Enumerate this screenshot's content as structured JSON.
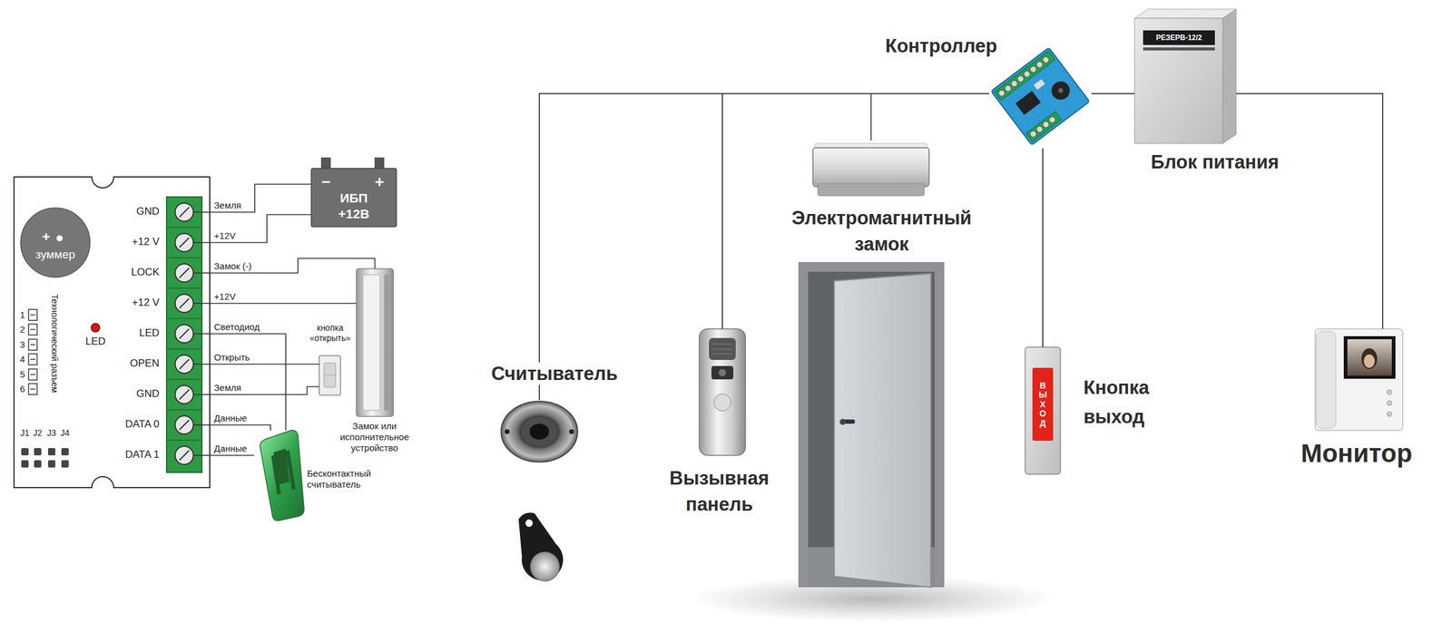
{
  "diagram": {
    "nodes": [
      {
        "text": [
          "GND",
          "+12 V",
          "LOCK",
          "+12 V",
          "LED",
          "OPEN",
          "GND",
          "DATA 0",
          "DATA 1",
          "LED",
          "Технологический разъем",
          "1",
          "2",
          "3",
          "4",
          "5",
          "6",
          "J1",
          "J2",
          "J3",
          "J4"
        ]
      },
      {
        "text": [
          "+",
          "зуммер"
        ],
        "in": 0
      },
      {
        "text": [
          "−",
          "+",
          "ИБП +12В"
        ]
      },
      {
        "text": [
          "кнопка «открыть»"
        ]
      },
      {
        "text": [
          "Замок или исполнительное устройство"
        ]
      },
      {
        "text": [
          "Бесконтактный считыватель"
        ]
      },
      {
        "text": [
          "Контроллер"
        ]
      },
      {
        "text": [
          "Блок питания",
          "РЕЗЕРВ-12/2"
        ]
      },
      {
        "text": [
          "Электромагнитный замок"
        ]
      },
      {
        "text": [
          "Считыватель"
        ]
      },
      {
        "text": [
          "Вызывная панель"
        ]
      },
      {
        "text": [
          "Кнопка выход",
          "ВЫХОД"
        ]
      },
      {
        "text": [
          "Монитор"
        ]
      }
    ],
    "edges": [
      {
        "from": 0,
        "to": 2,
        "label": "Земля",
        "arrow": "none"
      },
      {
        "from": 0,
        "to": 2,
        "label": "+12V",
        "arrow": "none"
      },
      {
        "from": 0,
        "to": 4,
        "label": "Замок (-)",
        "arrow": "none"
      },
      {
        "from": 0,
        "to": 4,
        "label": "+12V",
        "arrow": "none"
      },
      {
        "from": 0,
        "to": 5,
        "label": "Светодиод",
        "arrow": "none"
      },
      {
        "from": 0,
        "to": 3,
        "label": "Открыть",
        "arrow": "none"
      },
      {
        "from": 0,
        "to": 3,
        "label": "Земля",
        "arrow": "none"
      },
      {
        "from": 0,
        "to": 5,
        "label": "Данные",
        "arrow": "none"
      },
      {
        "from": 0,
        "to": 5,
        "label": "Данные",
        "arrow": "none"
      },
      {
        "from": 6,
        "to": 9,
        "arrow": "none"
      },
      {
        "from": 6,
        "to": 10,
        "arrow": "none"
      },
      {
        "from": 6,
        "to": 8,
        "arrow": "none"
      },
      {
        "from": 6,
        "to": 11,
        "arrow": "none"
      },
      {
        "from": 6,
        "to": 7,
        "arrow": "none"
      },
      {
        "from": 7,
        "to": 12,
        "arrow": "none"
      }
    ]
  }
}
